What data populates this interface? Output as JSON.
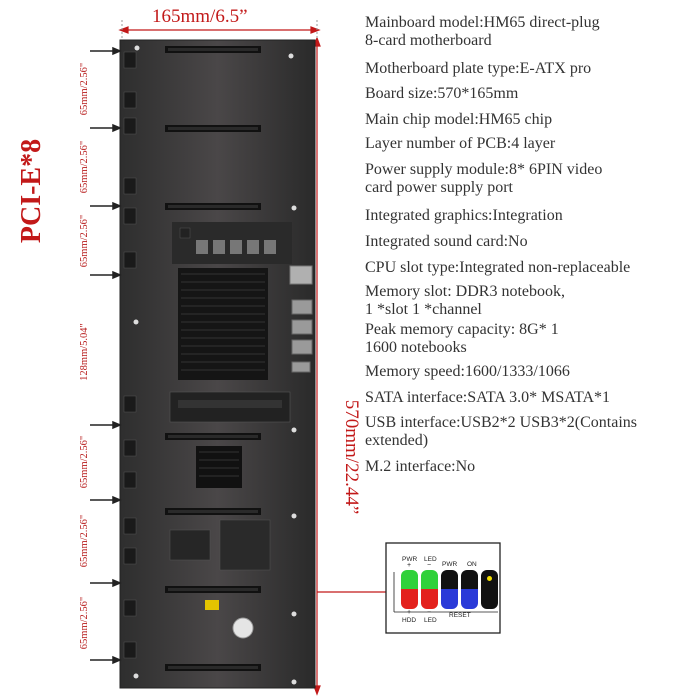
{
  "colors": {
    "dimension_red": "#c21919",
    "board": "#3b3b3b",
    "slot": "#111111",
    "connector_green": "#2fd13a",
    "connector_red": "#e3211d",
    "connector_blue": "#2a3ad8",
    "connector_yellow": "#f4e000",
    "connector_black": "#111111"
  },
  "dimensions": {
    "width_label": "165mm/6.5”",
    "length_label": "570mm/22.44”",
    "pcie_label": "PCI-E*8",
    "slot_pitch_labels": [
      "65mm/2.56\"",
      "65mm/2.56\"",
      "65mm/2.56\"",
      "128mm/5.04\"",
      "65mm/2.56\"",
      "65mm/2.56\"",
      "65mm/2.56\""
    ]
  },
  "specs": [
    "Mainboard model:HM65 direct-plug\n8-card motherboard",
    "Motherboard plate type:E-ATX pro",
    "Board size:570*165mm",
    "Main chip model:HM65 chip",
    "Layer number of PCB:4 layer",
    "Power supply module:8* 6PIN video\ncard power supply port",
    "Integrated graphics:Integration",
    "Integrated sound card:No",
    "CPU slot type:Integrated non-replaceable",
    "Memory slot: DDR3 notebook,\n1 *slot 1 *channel",
    "Peak memory capacity: 8G* 1\n1600 notebooks",
    "Memory speed:1600/1333/1066",
    "SATA interface:SATA 3.0* MSATA*1",
    "USB interface:USB2*2  USB3*2(Contains\nextended)",
    "M.2 interface:No"
  ],
  "front_panel": {
    "top_labels": [
      "PWR",
      "LED",
      "PWR",
      "ON"
    ],
    "top_signs": [
      "+",
      "−"
    ],
    "bottom_labels": [
      "HDD",
      "LED",
      "RESET"
    ],
    "bottom_signs": [
      "+",
      "−"
    ],
    "top_row_colors": [
      "connector_green",
      "connector_green",
      "connector_black",
      "connector_black",
      "connector_black"
    ],
    "bottom_row_colors": [
      "connector_red",
      "connector_red",
      "connector_blue",
      "connector_blue",
      "connector_black"
    ]
  }
}
